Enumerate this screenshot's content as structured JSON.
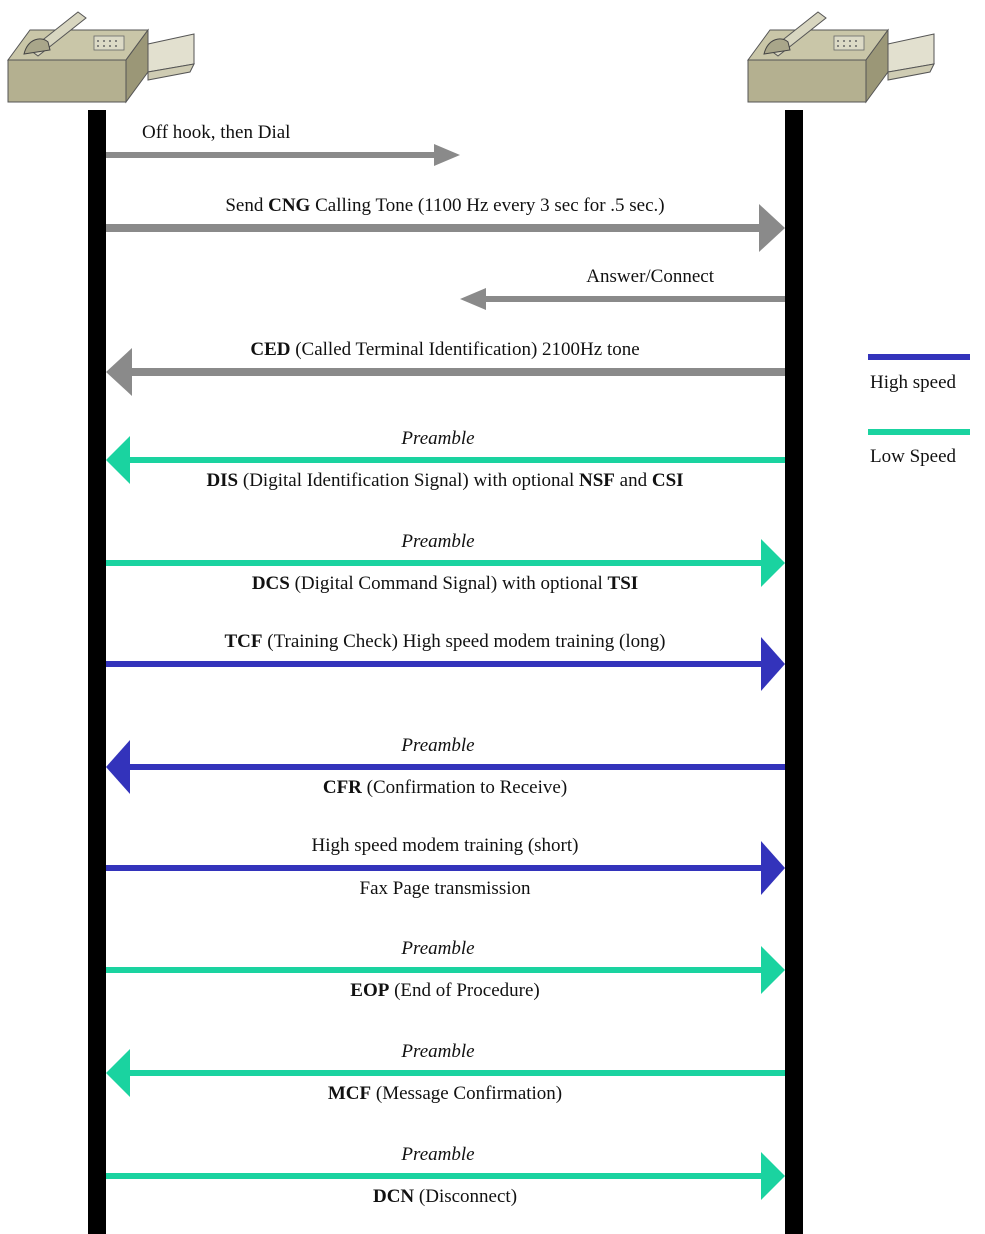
{
  "legend": {
    "high_label": "High speed",
    "low_label": "Low Speed",
    "high_color": "#3333bb",
    "low_color": "#1ad3a0"
  },
  "colors": {
    "analog": "#8a8a8a",
    "lifeline": "#000000"
  },
  "devices": {
    "left_icon": "fax-machine-icon",
    "right_icon": "fax-machine-icon"
  },
  "messages": [
    {
      "id": "offhook",
      "dir": "right",
      "kind": "analog",
      "short": true,
      "above": [
        {
          "t": "Off hook, then Dial"
        }
      ],
      "below": []
    },
    {
      "id": "cng",
      "dir": "right",
      "kind": "analog",
      "above": [
        {
          "t": "Send "
        },
        {
          "t": "CNG",
          "b": true
        },
        {
          "t": " Calling Tone (1100 Hz every 3 sec for .5 sec.)"
        }
      ],
      "below": []
    },
    {
      "id": "answer",
      "dir": "left",
      "kind": "analog",
      "short": true,
      "above": [
        {
          "t": "Answer/Connect"
        }
      ],
      "below": []
    },
    {
      "id": "ced",
      "dir": "left",
      "kind": "analog",
      "above": [
        {
          "t": "CED",
          "b": true
        },
        {
          "t": " (Called Terminal Identification) 2100Hz tone"
        }
      ],
      "below": []
    },
    {
      "id": "dis",
      "dir": "left",
      "kind": "low",
      "preamble": "Preamble",
      "below": [
        {
          "t": "DIS",
          "b": true
        },
        {
          "t": " (Digital Identification Signal) with optional "
        },
        {
          "t": "NSF",
          "b": true
        },
        {
          "t": " and "
        },
        {
          "t": "CSI",
          "b": true
        }
      ]
    },
    {
      "id": "dcs",
      "dir": "right",
      "kind": "low",
      "preamble": "Preamble",
      "below": [
        {
          "t": "DCS",
          "b": true
        },
        {
          "t": " (Digital Command Signal) with optional "
        },
        {
          "t": "TSI",
          "b": true
        }
      ]
    },
    {
      "id": "tcf",
      "dir": "right",
      "kind": "high",
      "above": [
        {
          "t": "TCF",
          "b": true
        },
        {
          "t": " (Training Check) High speed modem training (long)"
        }
      ],
      "below": []
    },
    {
      "id": "cfr",
      "dir": "left",
      "kind": "high",
      "preamble": "Preamble",
      "below": [
        {
          "t": "CFR",
          "b": true
        },
        {
          "t": " (Confirmation to Receive)"
        }
      ]
    },
    {
      "id": "page",
      "dir": "right",
      "kind": "high",
      "above": [
        {
          "t": "High speed modem training (short)"
        }
      ],
      "below": [
        {
          "t": "Fax Page transmission"
        }
      ]
    },
    {
      "id": "eop",
      "dir": "right",
      "kind": "low",
      "preamble": "Preamble",
      "below": [
        {
          "t": "EOP",
          "b": true
        },
        {
          "t": " (End of Procedure)"
        }
      ]
    },
    {
      "id": "mcf",
      "dir": "left",
      "kind": "low",
      "preamble": "Preamble",
      "below": [
        {
          "t": "MCF",
          "b": true
        },
        {
          "t": " (Message Confirmation)"
        }
      ]
    },
    {
      "id": "dcn",
      "dir": "right",
      "kind": "low",
      "preamble": "Preamble",
      "below": [
        {
          "t": "DCN",
          "b": true
        },
        {
          "t": " (Disconnect)"
        }
      ]
    }
  ]
}
